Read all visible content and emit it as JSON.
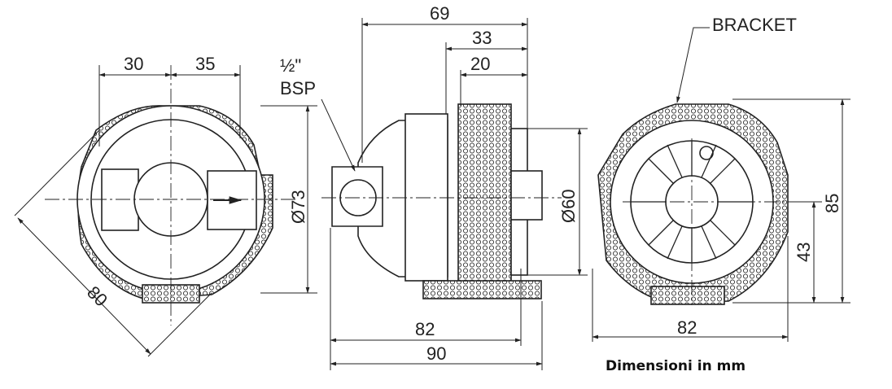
{
  "dimensions": {
    "front_left": "30",
    "front_right": "35",
    "front_diameter": "Ø73",
    "front_diagonal": "80",
    "side_total_top": "69",
    "side_mid_top": "33",
    "side_inner_top": "20",
    "side_diameter": "Ø60",
    "side_bottom_inner": "82",
    "side_bottom_total": "90",
    "rear_bottom": "82",
    "rear_height_total": "85",
    "rear_height_half": "43"
  },
  "labels": {
    "bsp_fraction": "½\"",
    "bsp": "BSP",
    "bracket": "BRACKET"
  },
  "footnote": "Dimensioni in mm"
}
